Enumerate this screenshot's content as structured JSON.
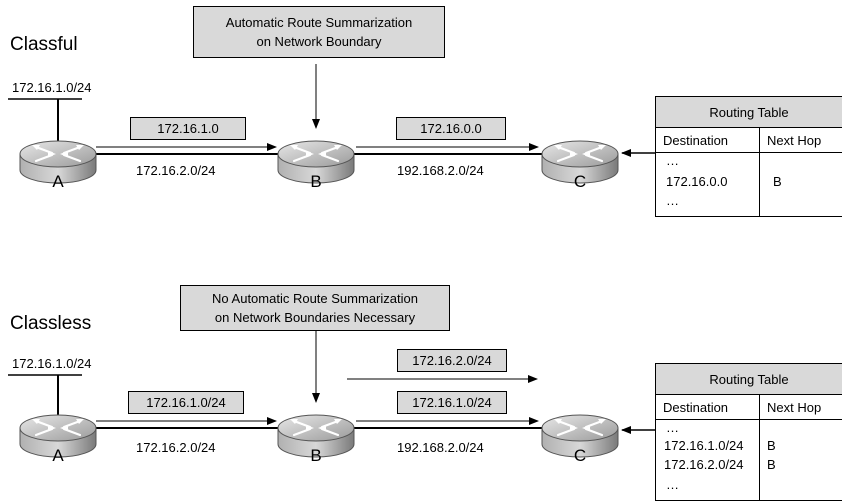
{
  "classful": {
    "title": "Classful",
    "callout": [
      "Automatic Route Summarization",
      "on Network Boundary"
    ],
    "lan_label": "172.16.1.0/24",
    "update_ab": "172.16.1.0",
    "update_bc": "172.16.0.0",
    "link_ab": "172.16.2.0/24",
    "link_bc": "192.168.2.0/24",
    "routers": [
      "A",
      "B",
      "C"
    ],
    "routing_table": {
      "title": "Routing Table",
      "headers": [
        "Destination",
        "Next Hop"
      ],
      "rows": [
        {
          "dest": "…",
          "hop": ""
        },
        {
          "dest": "172.16.0.0",
          "hop": "B"
        },
        {
          "dest": "…",
          "hop": ""
        }
      ]
    }
  },
  "classless": {
    "title": "Classless",
    "callout": [
      "No Automatic Route Summarization",
      "on Network Boundaries Necessary"
    ],
    "lan_label": "172.16.1.0/24",
    "update_ab": "172.16.1.0/24",
    "update_bc_1": "172.16.2.0/24",
    "update_bc_2": "172.16.1.0/24",
    "link_ab": "172.16.2.0/24",
    "link_bc": "192.168.2.0/24",
    "routers": [
      "A",
      "B",
      "C"
    ],
    "routing_table": {
      "title": "Routing Table",
      "headers": [
        "Destination",
        "Next Hop"
      ],
      "rows": [
        {
          "dest": "…",
          "hop": ""
        },
        {
          "dest": "172.16.1.0/24",
          "hop": "B"
        },
        {
          "dest": "172.16.2.0/24",
          "hop": "B"
        },
        {
          "dest": "…",
          "hop": ""
        }
      ]
    }
  }
}
